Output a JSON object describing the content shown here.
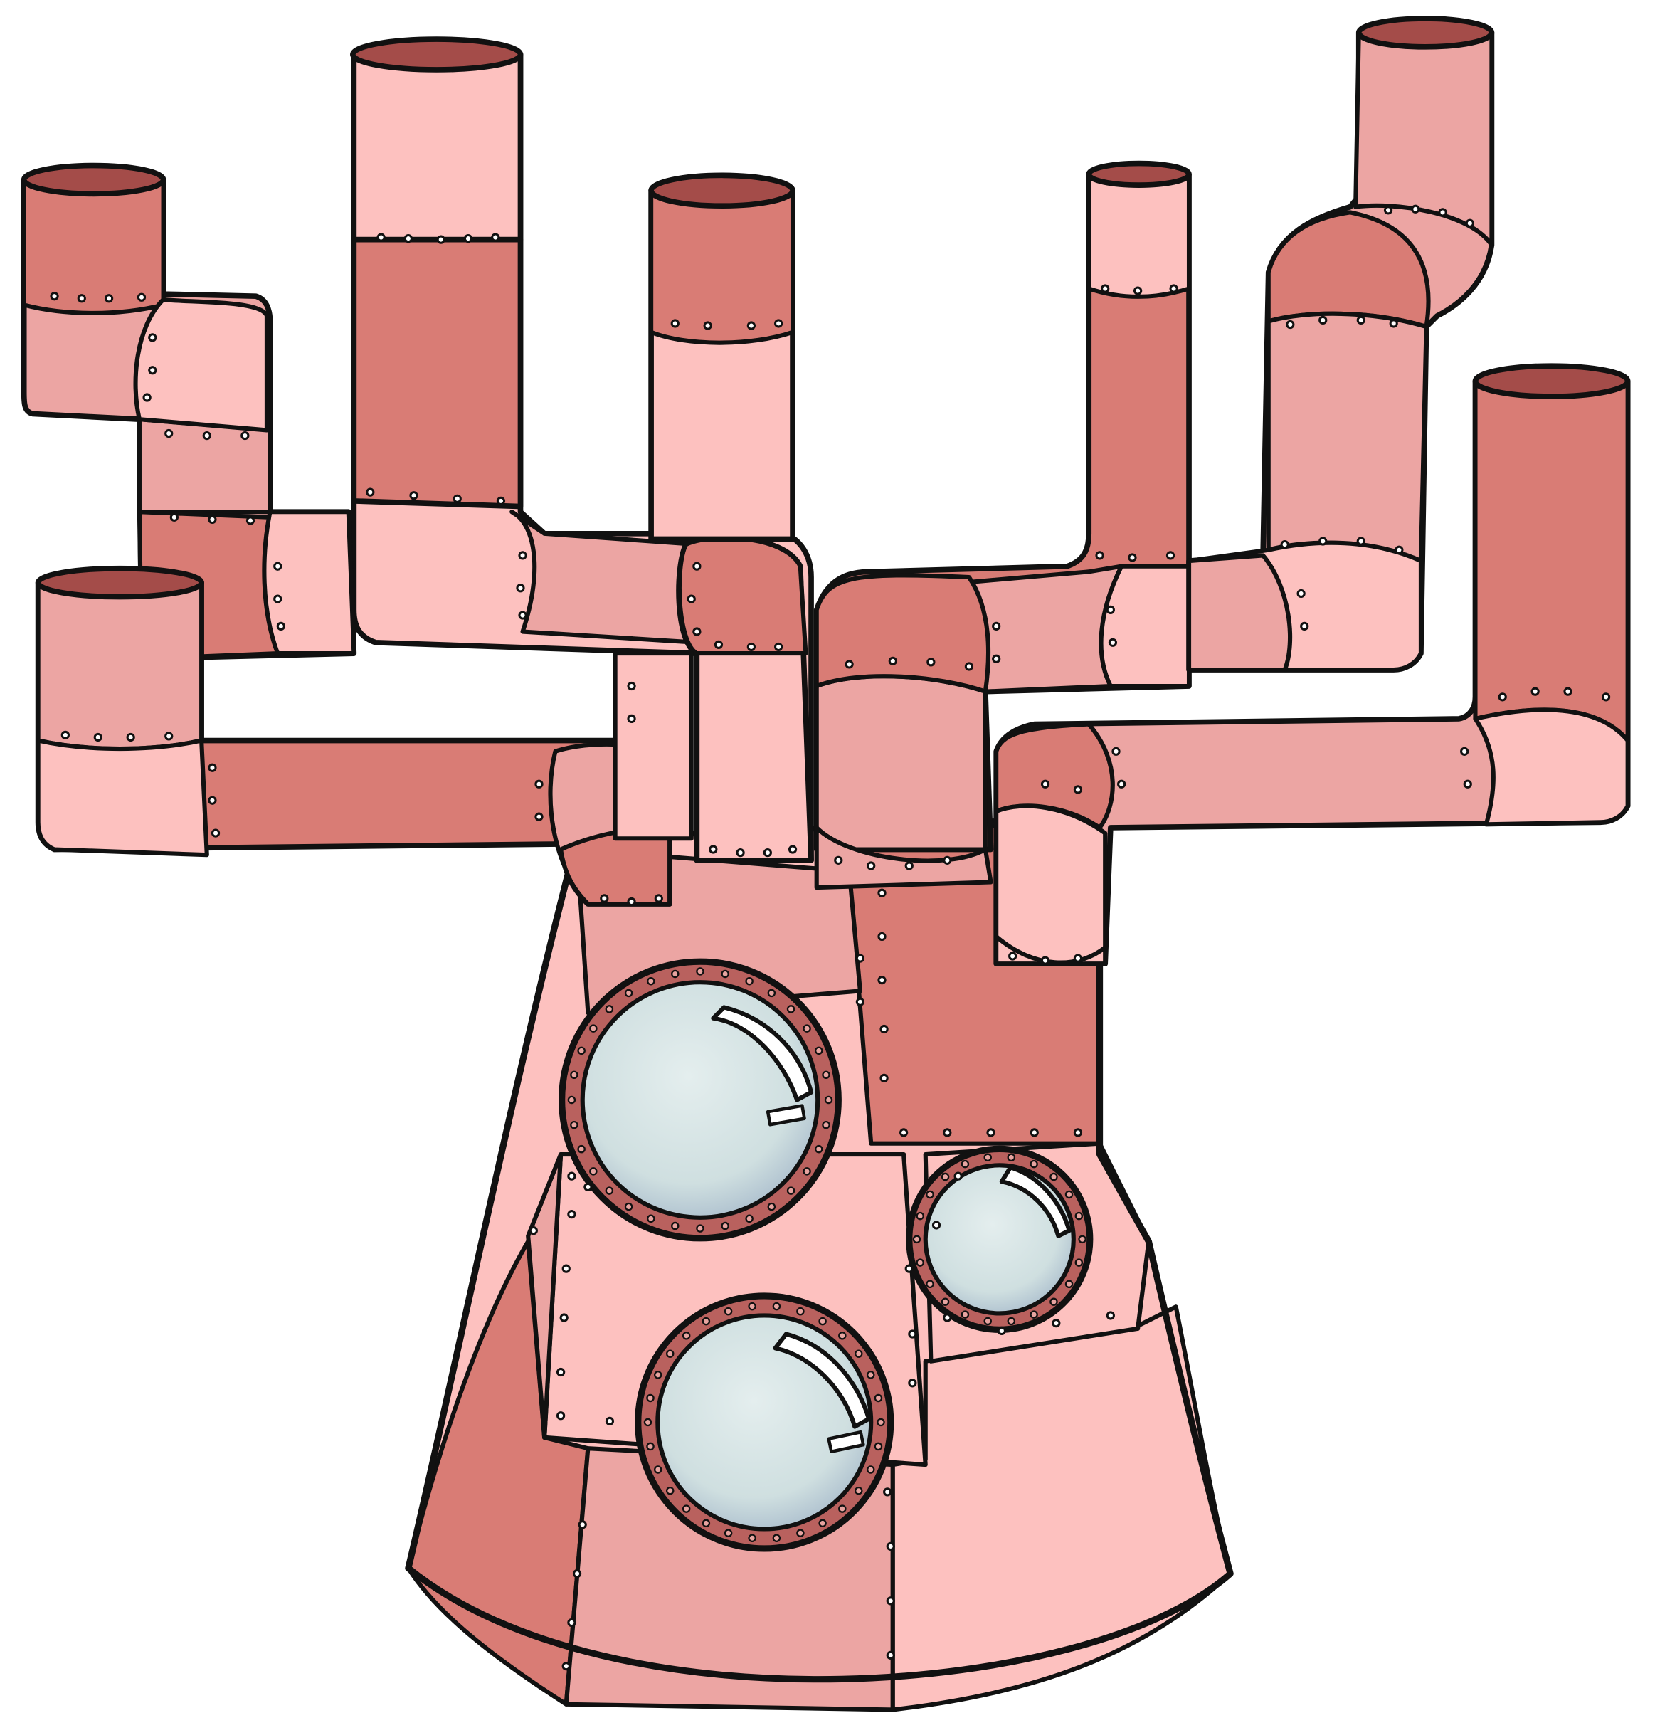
{
  "illustration": {
    "subject": "pipe-tower-machine",
    "style": "cartoon",
    "icons": [
      "pipe-icon",
      "porthole-icon",
      "rivet-icon"
    ],
    "palette": {
      "outline": "#111111",
      "pipe_light": "#fdc1bf",
      "pipe_mid": "#eca5a3",
      "pipe_dark": "#d97c75",
      "pipe_opening": "#a44c49",
      "glass": "#d3e3e3",
      "glass_shade": "#a9bccc",
      "porthole_rim": "#b9615e",
      "rivet": "#ffffff"
    },
    "counts": {
      "pipes": 10,
      "portholes": 3
    }
  }
}
